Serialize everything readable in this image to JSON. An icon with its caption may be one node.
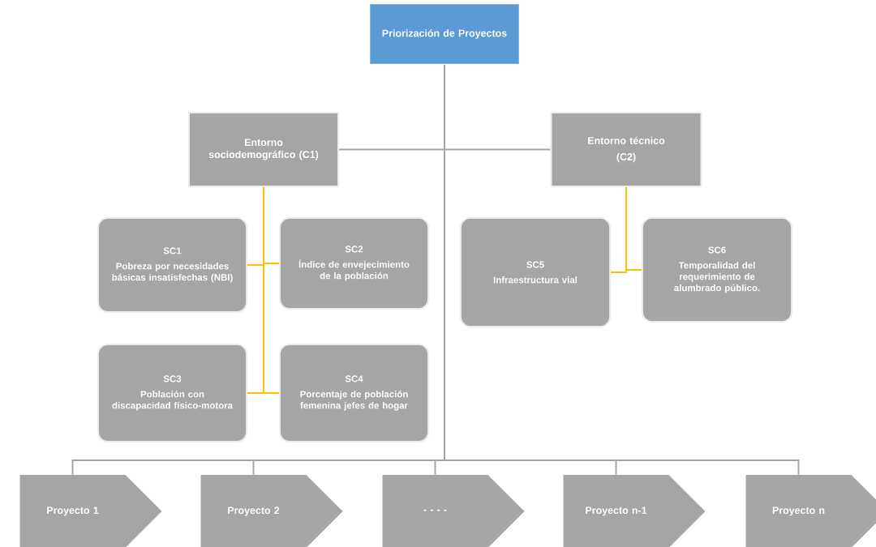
{
  "diagram": {
    "nodes": [
      {
        "text": [
          "Priorización de Proyectos"
        ]
      },
      {
        "text": [
          "Entorno sociodemográfico (C1)"
        ]
      },
      {
        "text": [
          "Entorno técnico",
          "(C2)"
        ]
      },
      {
        "text": [
          "SC1",
          "Pobreza por necesidades básicas insatisfechas (NBI)"
        ]
      },
      {
        "text": [
          "SC2",
          "Índice de envejecimiento de la población"
        ]
      },
      {
        "text": [
          "SC3",
          "Población con discapacidad físico-motora"
        ]
      },
      {
        "text": [
          "SC4",
          "Porcentaje de población femenina jefes de hogar"
        ]
      },
      {
        "text": [
          "SC5",
          "Infraestructura vial"
        ]
      },
      {
        "text": [
          "SC6",
          "Temporalidad del requerimiento de alumbrado público."
        ]
      },
      {
        "text": [
          "Proyecto 1"
        ]
      },
      {
        "text": [
          "Proyecto 2"
        ]
      },
      {
        "text": [
          "- - - -"
        ]
      },
      {
        "text": [
          "Proyecto n-1"
        ]
      },
      {
        "text": [
          "Proyecto n"
        ]
      }
    ],
    "edges": [
      {
        "from": 0,
        "to": 1,
        "arrow": "none"
      },
      {
        "from": 0,
        "to": 2,
        "arrow": "none"
      },
      {
        "from": 1,
        "to": 3,
        "arrow": "none",
        "color": "#ffc000"
      },
      {
        "from": 1,
        "to": 4,
        "arrow": "none",
        "color": "#ffc000"
      },
      {
        "from": 1,
        "to": 5,
        "arrow": "none",
        "color": "#ffc000"
      },
      {
        "from": 1,
        "to": 6,
        "arrow": "none",
        "color": "#ffc000"
      },
      {
        "from": 2,
        "to": 7,
        "arrow": "none",
        "color": "#ffc000"
      },
      {
        "from": 2,
        "to": 8,
        "arrow": "none",
        "color": "#ffc000"
      },
      {
        "from": 0,
        "to": 9,
        "arrow": "none"
      },
      {
        "from": 0,
        "to": 10,
        "arrow": "none"
      },
      {
        "from": 0,
        "to": 11,
        "arrow": "none"
      },
      {
        "from": 0,
        "to": 12,
        "arrow": "none"
      },
      {
        "from": 0,
        "to": 13,
        "arrow": "none"
      }
    ]
  }
}
